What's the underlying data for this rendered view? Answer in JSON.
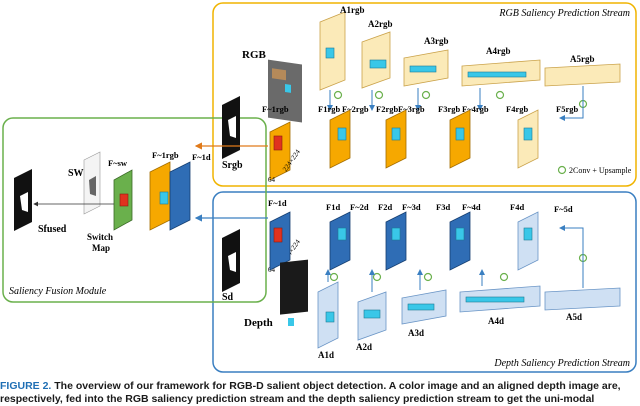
{
  "streams": {
    "rgb": {
      "title": "RGB Saliency Prediction Stream",
      "input_label": "RGB",
      "encoder_labels": [
        "A1rgb",
        "A2rgb",
        "A3rgb",
        "A4rgb",
        "A5rgb"
      ],
      "feature_labels": [
        "F~1rgb",
        "F1rgb",
        "F~2rgb",
        "F2rgb",
        "F~3rgb",
        "F3rgb",
        "F~4rgb",
        "F4rgb",
        "F5rgb"
      ],
      "output_label": "Srgb",
      "channels": "64",
      "size": "224×224"
    },
    "depth": {
      "title": "Depth Saliency Prediction Stream",
      "input_label": "Depth",
      "encoder_labels": [
        "A1d",
        "A2d",
        "A3d",
        "A4d",
        "A5d"
      ],
      "feature_labels": [
        "F~1d",
        "F1d",
        "F~2d",
        "F2d",
        "F~3d",
        "F3d",
        "F~4d",
        "F4d",
        "F~5d"
      ],
      "output_label": "Sd",
      "channels": "64",
      "size": "224×224"
    }
  },
  "fusion": {
    "title": "Saliency Fusion Module",
    "sw_label": "SW",
    "switch_map_label_1": "Switch",
    "switch_map_label_2": "Map",
    "fused_label": "Sfused",
    "feature_labels": [
      "F~sw",
      "F~1rgb",
      "F~1d"
    ]
  },
  "legend": {
    "upsample_label": "2Conv + Upsample"
  },
  "caption": {
    "label": "FIGURE 2.",
    "text": "The overview of our framework for RGB-D salient object detection. A color image and an aligned depth image are, respectively, fed into the RGB saliency prediction stream and the depth saliency prediction stream to get the uni-modal"
  },
  "colors": {
    "rgb_frame": "#f0b400",
    "depth_frame": "#3a7fc1",
    "fusion_frame": "#6ab04c",
    "orange_block": "#f6a800",
    "blue_block": "#2f6db5",
    "cyan_cube": "#39c7e8",
    "red_cube": "#e0321e"
  }
}
